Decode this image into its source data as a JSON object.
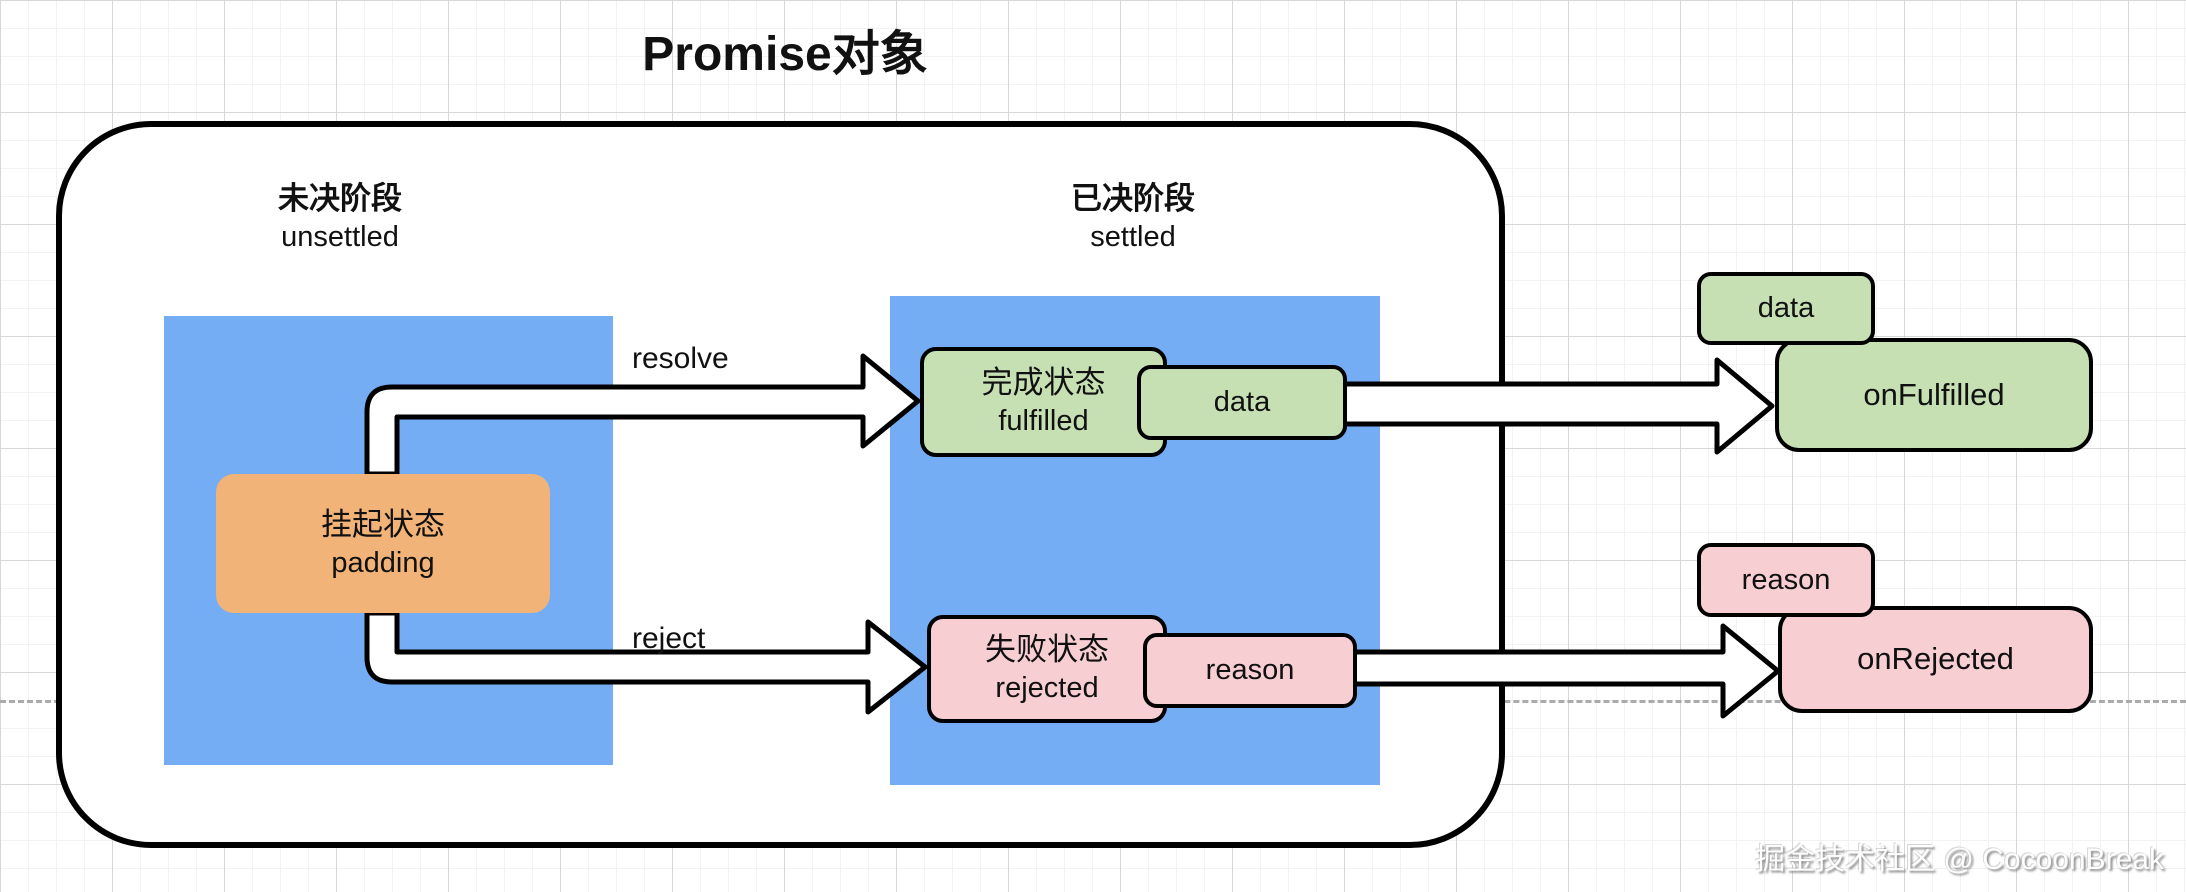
{
  "title": "Promise对象",
  "phases": {
    "unsettled": {
      "zh": "未决阶段",
      "en": "unsettled"
    },
    "settled": {
      "zh": "已决阶段",
      "en": "settled"
    }
  },
  "nodes": {
    "pending": {
      "zh": "挂起状态",
      "en": "padding"
    },
    "fulfilled": {
      "zh": "完成状态",
      "en": "fulfilled"
    },
    "rejected": {
      "zh": "失败状态",
      "en": "rejected"
    },
    "fulfilled_payload": "data",
    "rejected_payload": "reason",
    "on_fulfilled": "onFulfilled",
    "on_rejected": "onRejected",
    "on_fulfilled_payload": "data",
    "on_rejected_payload": "reason"
  },
  "edges": {
    "resolve": "resolve",
    "reject": "reject"
  },
  "watermark": "掘金技术社区 @ CocoonBreak",
  "colors": {
    "panel_blue": "#75adf5",
    "pending_orange": "#f2b378",
    "fulfilled_green": "#c6e0b4",
    "rejected_pink": "#f7cfd2",
    "outline_black": "#000000",
    "dashed_gray": "#ababab"
  }
}
